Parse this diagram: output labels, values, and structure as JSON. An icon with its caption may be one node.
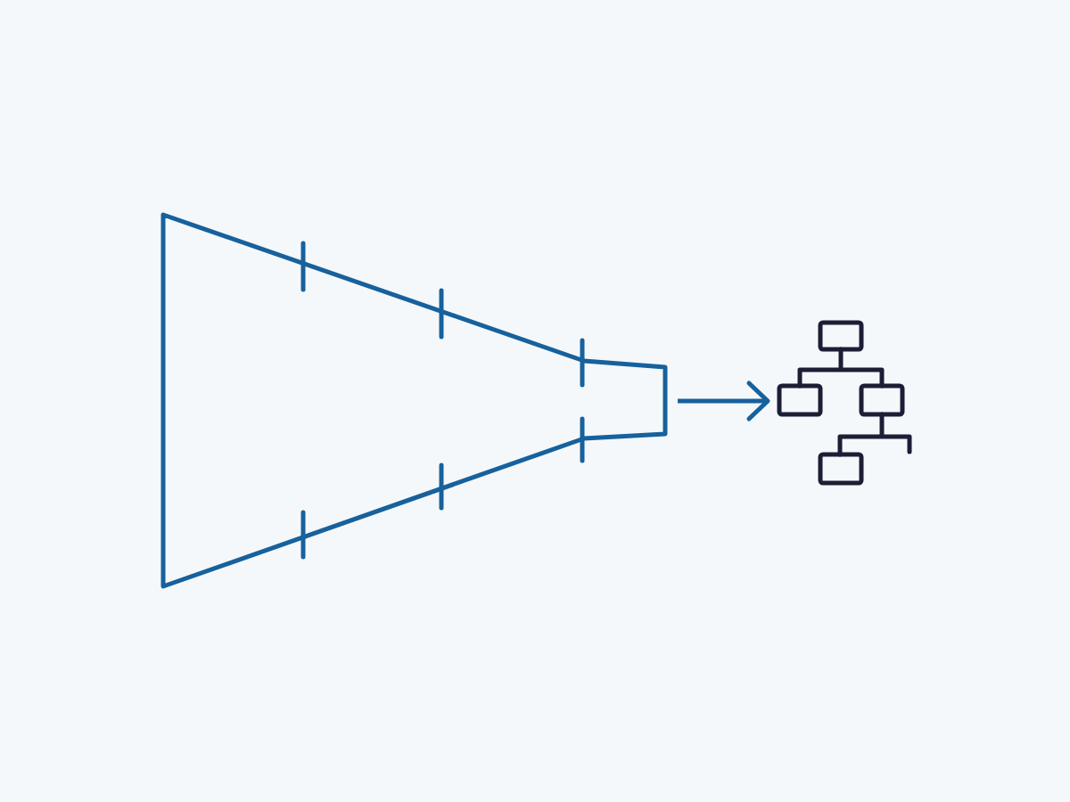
{
  "diagram": {
    "nodes": [
      {
        "text": [],
        "shape": "funnel"
      },
      {
        "text": [],
        "shape": "hierarchy"
      }
    ],
    "edges": [
      {
        "from": 0,
        "to": 1,
        "arrow": "to"
      }
    ]
  }
}
